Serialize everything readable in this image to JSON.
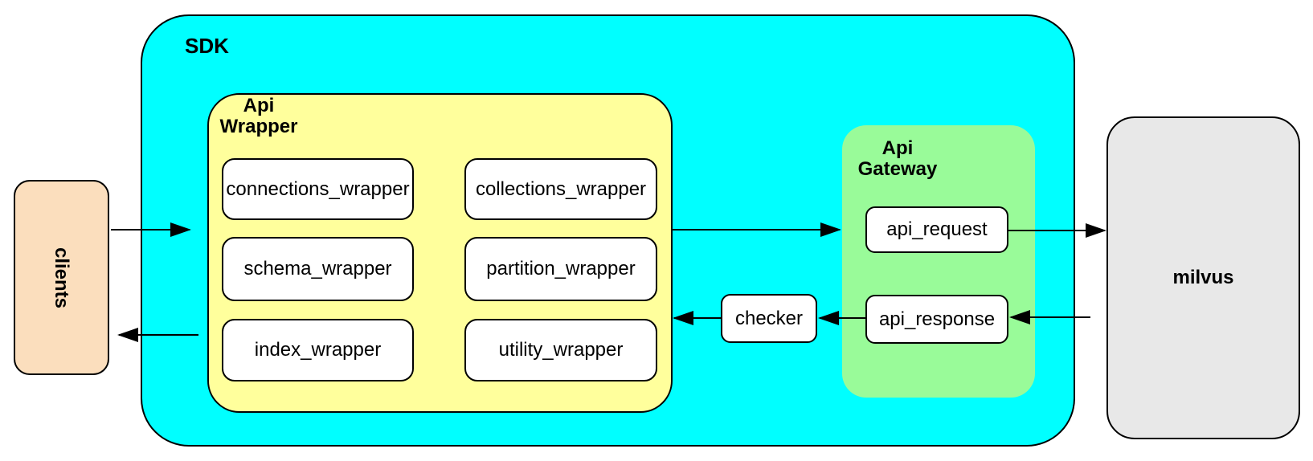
{
  "clients": {
    "label": "clients"
  },
  "sdk": {
    "label": "SDK"
  },
  "api_wrapper": {
    "label_line1": "Api",
    "label_line2": "Wrapper",
    "boxes": [
      {
        "label": "connections_wrapper"
      },
      {
        "label": "collections_wrapper"
      },
      {
        "label": "schema_wrapper"
      },
      {
        "label": "partition_wrapper"
      },
      {
        "label": "index_wrapper"
      },
      {
        "label": "utility_wrapper"
      }
    ]
  },
  "checker": {
    "label": "checker"
  },
  "api_gateway": {
    "label_line1": "Api",
    "label_line2": "Gateway",
    "request_label": "api_request",
    "response_label": "api_response"
  },
  "milvus": {
    "label": "milvus"
  },
  "colors": {
    "sdk_fill": "#00FFFF",
    "api_wrapper_fill": "#FFFF9C",
    "api_gateway_fill": "#99FB99",
    "clients_fill": "#FBDEBD",
    "milvus_fill": "#E8E8E8",
    "node_fill": "#FFFFFF",
    "line": "#000000"
  }
}
